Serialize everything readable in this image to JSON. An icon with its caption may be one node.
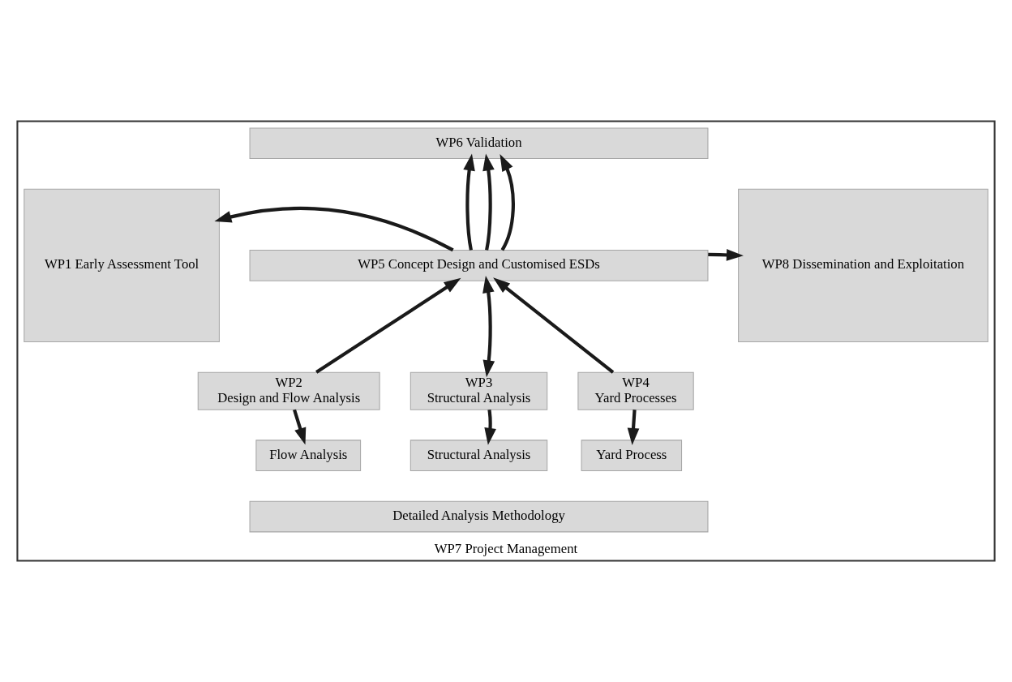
{
  "diagram": {
    "nodes": [
      {
        "text": [
          "WP7 Project Management"
        ]
      },
      {
        "text": [
          "WP1 Early Assessment Tool"
        ],
        "in": 0
      },
      {
        "text": [
          "WP6 Validation"
        ],
        "in": 0
      },
      {
        "text": [
          "WP5 Concept Design and Customised ESDs"
        ],
        "in": 0
      },
      {
        "text": [
          "WP8 Dissemination and Exploitation"
        ],
        "in": 0
      },
      {
        "text": [
          "WP2",
          "Design and Flow Analysis"
        ],
        "in": 0
      },
      {
        "text": [
          "WP3",
          "Structural Analysis"
        ],
        "in": 0
      },
      {
        "text": [
          "WP4",
          "Yard Processes"
        ],
        "in": 0
      },
      {
        "text": [
          "Flow Analysis"
        ],
        "in": 0
      },
      {
        "text": [
          "Structural Analysis"
        ],
        "in": 0
      },
      {
        "text": [
          "Yard Process"
        ],
        "in": 0
      },
      {
        "text": [
          "Detailed Analysis Methodology"
        ],
        "in": 0
      }
    ],
    "edges": [
      {
        "from": 3,
        "to": 1,
        "arrow": "to"
      },
      {
        "from": 3,
        "to": 4,
        "arrow": "to"
      },
      {
        "from": 3,
        "to": 2,
        "arrow": "to"
      },
      {
        "from": 3,
        "to": 2,
        "arrow": "to"
      },
      {
        "from": 3,
        "to": 2,
        "arrow": "to"
      },
      {
        "from": 5,
        "to": 3,
        "arrow": "to"
      },
      {
        "from": 6,
        "to": 3,
        "arrow": "both"
      },
      {
        "from": 7,
        "to": 3,
        "arrow": "to"
      },
      {
        "from": 5,
        "to": 8,
        "arrow": "to"
      },
      {
        "from": 6,
        "to": 9,
        "arrow": "to"
      },
      {
        "from": 7,
        "to": 10,
        "arrow": "to"
      }
    ]
  }
}
